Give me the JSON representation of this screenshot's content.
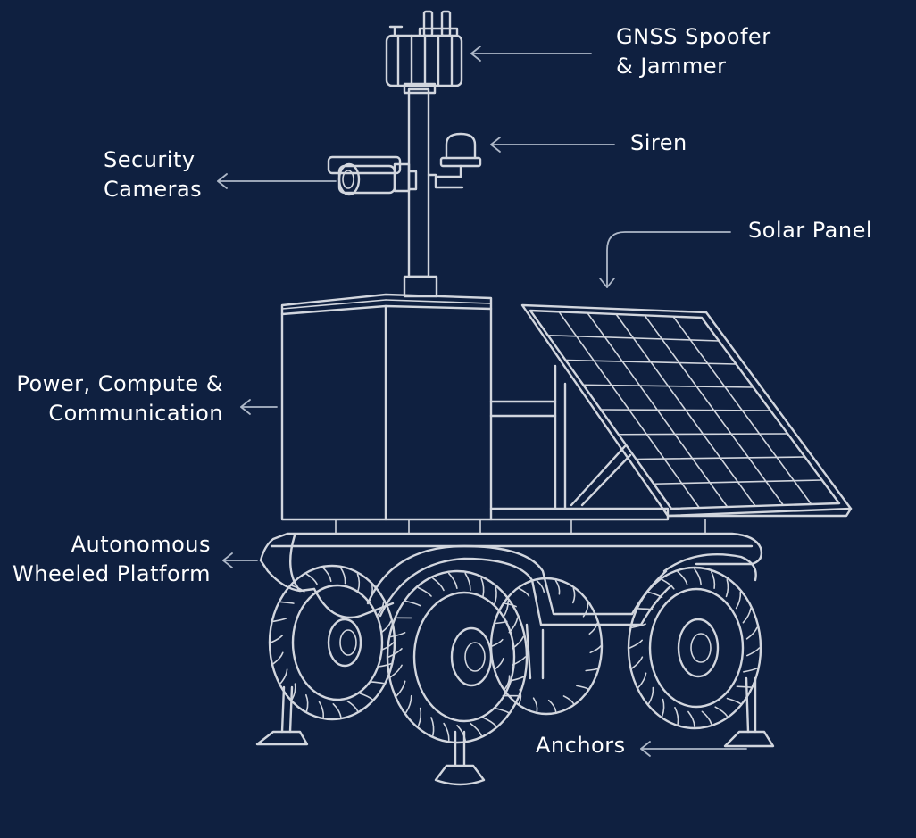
{
  "labels": {
    "gnss_line1": "GNSS Spoofer",
    "gnss_line2": "& Jammer",
    "siren": "Siren",
    "cameras_line1": "Security",
    "cameras_line2": "Cameras",
    "solar": "Solar Panel",
    "power_line1": "Power, Compute &",
    "power_line2": "Communication",
    "platform_line1": "Autonomous",
    "platform_line2": "Wheeled Platform",
    "anchors": "Anchors"
  },
  "colors": {
    "background": "#0f2040",
    "line_art": "#d2d6de",
    "arrows": "#aeb8c8",
    "text": "#ffffff"
  }
}
